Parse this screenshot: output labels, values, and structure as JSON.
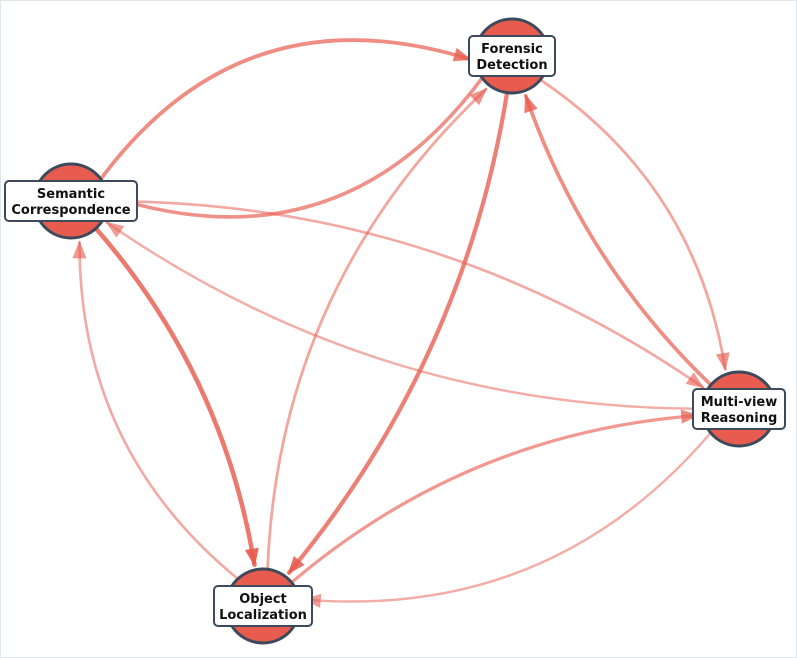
{
  "colors": {
    "node_fill": "#e85c4f",
    "node_stroke": "#3c4a5c",
    "label_box": "#ffffff",
    "edge": "#e85c4f"
  },
  "nodes": [
    {
      "id": "forensic",
      "lines": [
        "Forensic",
        "Detection"
      ]
    },
    {
      "id": "semantic",
      "lines": [
        "Semantic",
        "Correspondence"
      ]
    },
    {
      "id": "multiview",
      "lines": [
        "Multi-view",
        "Reasoning"
      ]
    },
    {
      "id": "object",
      "lines": [
        "Object",
        "Localization"
      ]
    }
  ],
  "edges": [
    {
      "from": "semantic",
      "to": "forensic",
      "weight": 0.7
    },
    {
      "from": "forensic",
      "to": "semantic",
      "weight": 0.65
    },
    {
      "from": "semantic",
      "to": "multiview",
      "weight": 0.35
    },
    {
      "from": "multiview",
      "to": "semantic",
      "weight": 0.3
    },
    {
      "from": "semantic",
      "to": "object",
      "weight": 0.95
    },
    {
      "from": "object",
      "to": "semantic",
      "weight": 0.35
    },
    {
      "from": "forensic",
      "to": "multiview",
      "weight": 0.4
    },
    {
      "from": "multiview",
      "to": "forensic",
      "weight": 0.7
    },
    {
      "from": "forensic",
      "to": "object",
      "weight": 0.85
    },
    {
      "from": "object",
      "to": "forensic",
      "weight": 0.4
    },
    {
      "from": "multiview",
      "to": "object",
      "weight": 0.3
    },
    {
      "from": "object",
      "to": "multiview",
      "weight": 0.55
    }
  ]
}
